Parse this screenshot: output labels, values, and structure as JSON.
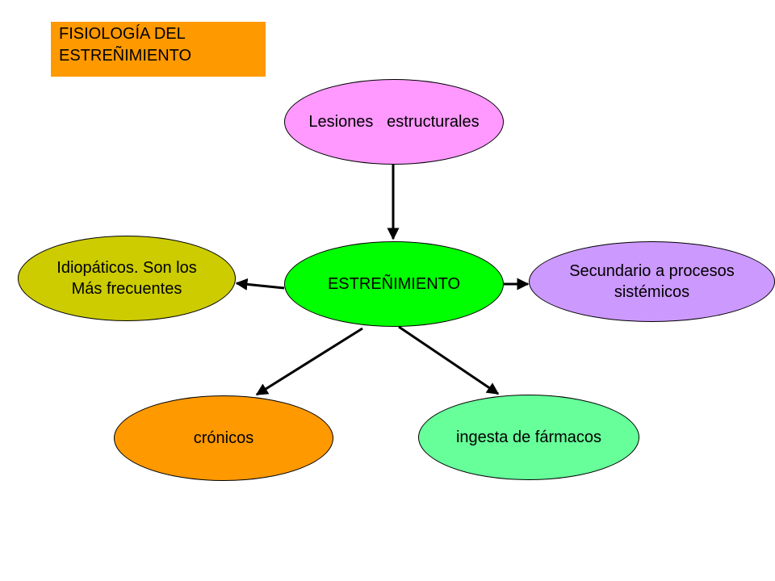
{
  "title": {
    "lines": [
      "FISIOLOGÍA DEL",
      "ESTREÑIMIENTO"
    ]
  },
  "nodes": {
    "center": {
      "text": "ESTREÑIMIENTO",
      "color": "#00ff00"
    },
    "top": {
      "text": "Lesiones   estructurales",
      "color": "#ff99ff"
    },
    "left": {
      "lines": [
        "Idiopáticos. Son los",
        "Más frecuentes"
      ],
      "color": "#cccc00"
    },
    "right": {
      "lines": [
        "Secundario a procesos",
        "sistémicos"
      ],
      "color": "#cc99ff"
    },
    "bottom_left": {
      "text": "crónicos",
      "color": "#ff9900"
    },
    "bottom_right": {
      "text": "ingesta de fármacos",
      "color": "#66ff99"
    }
  },
  "colors": {
    "title_bg": "#ff9900",
    "arrow": "#000000"
  }
}
